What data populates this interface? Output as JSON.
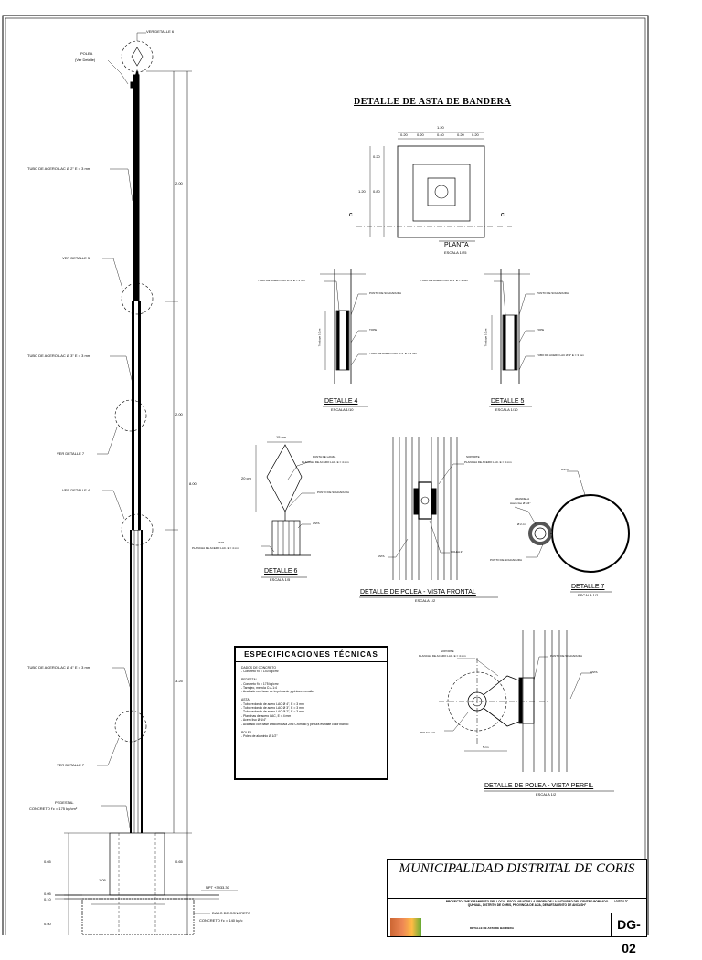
{
  "sheet": {
    "title": "DETALLE DE ASTA DE BANDERA",
    "code": "DG-02",
    "municipality": "MUNICIPALIDAD DISTRITAL DE CORIS",
    "project": "PROYECTO: \"MEJORAMIENTO DEL LOCAL ESCOLAR N° DE LA VIRGEN DE LA NATIVIDAD DEL CENTRO POBLADO QUIHUAL, DISTRITO DE CORIS, PROVINCIA DE AIJA, DEPARTAMENTO DE ANCASH\"",
    "plano_label": "DETALLE DE ASTA DE BANDERA",
    "lamina_label": "LAMINA N°"
  },
  "elevation": {
    "ver_detalle_6": "VER DETALLE 6",
    "polea": "POLEA",
    "polea_sub": "(Ver Detalle)",
    "tubo_2": "TUBO DE ACERO LAC Ø 2\" E = 3 mm",
    "ver_detalle_5": "VER DETALLE 5",
    "tubo_3": "TUBO DE ACERO LAC Ø 3\" E = 3 mm",
    "ver_detalle_7": "VER DETALLE 7",
    "ver_detalle_4": "VER DETALLE 4",
    "tubo_4": "TUBO DE ACERO LAC Ø 4\" E = 3 mm",
    "ver_detalle_7b": "VER DETALLE 7",
    "pedestal": "PEDESTAL",
    "pedestal_conc": "CONCRETO f'c = 175 kg/cm²",
    "dim_200a": "2.00",
    "dim_200b": "2.00",
    "dim_325": "3.25",
    "dim_800": "8.00",
    "dim_065": "0.65",
    "dim_065b": "0.65",
    "dim_105": "1.05",
    "dim_005": "0.05",
    "dim_010": "0.10",
    "dim_050": "0.50",
    "npt": "NPT +3933.30",
    "dado": "DADO DE CONCRETO",
    "dado_conc": "CONCRETO f'c = 140 kg/c"
  },
  "planta": {
    "caption": "PLANTA",
    "scale": "ESCALA 1/25",
    "c_left": "C",
    "c_right": "C",
    "dim_top": "1.20",
    "dim_parts": [
      "0.20",
      "0.20",
      "0.40",
      "0.20",
      "0.20"
    ],
    "dim_side": "1.20",
    "dim_side2": "0.80",
    "dim_side3": "0.20"
  },
  "detalle4": {
    "caption": "DETALLE 4",
    "scale": "ESCALA 1/10",
    "tubo_a": "TUBO DE ACERO LAC Ø 4\" E = 3 mm",
    "punto": "PUNTO DE SOLDADURA",
    "tope": "TOPE",
    "tubo_b": "TUBO DE ACERO LAC Ø 4\" E = 3 mm",
    "traslape": "Traslape 10cm"
  },
  "detalle5": {
    "caption": "DETALLE 5",
    "scale": "ESCALA 1/10",
    "tubo_a": "TUBO DE ACERO LAC Ø 3\" E = 3 mm",
    "punto": "PUNTO DE SOLDADURA",
    "tope": "TOPE",
    "tubo_b": "TUBO DE ACERO LAC Ø 3\" E = 3 mm",
    "traslape": "Traslape 10cm"
  },
  "detalle6": {
    "caption": "DETALLE 6",
    "scale": "ESCALA 1/5",
    "dim_w": "15 cm",
    "dim_h": "20 cm",
    "punta": "PUNTA DE LANZA",
    "plancha": "PLANCHA DE ACERO LAC. E = 4 mm",
    "punto": "PUNTO DE SOLDADURA",
    "asta": "ASTA",
    "tapa": "TAPA",
    "plancha2": "PLANCHA DE ACERO LAC. E = 4 mm"
  },
  "polea_frontal": {
    "caption": "DETALLE DE POLEA - VISTA FRONTAL",
    "scale": "ESCALA 1/2",
    "soporte": "SOPORTE",
    "plancha": "PLANCHA DE ACERO LAC. E = 4 mm",
    "asta": "ASTA",
    "polea": "POLEA 2\""
  },
  "detalle7": {
    "caption": "DETALLE 7",
    "scale": "ESCALA 1/2",
    "asta": "ASTA",
    "arandela": "ARANDELA",
    "arandela2": "Acero liso Ø 1/4\"",
    "dim": "Ø 2 cm",
    "punto": "PUNTO DE SOLDADURA"
  },
  "polea_perfil": {
    "caption": "DETALLE DE POLEA - VISTA PERFIL",
    "scale": "ESCALA 1/2",
    "soporte": "SOPORTE",
    "plancha": "PLANCHA DE ACERO LAC. E = 4 mm",
    "punto": "PUNTO DE SOLDADURA",
    "asta": "ASTA",
    "polea": "POLEA 1/2\"",
    "dim": "5 cm"
  },
  "specs": {
    "heading": "ESPECIFICACIONES TÉCNICAS",
    "lines": [
      "DADOS DE CONCRETO",
      "- Concreto f'c = 140 kg/cm²",
      "",
      "PEDESTAL",
      "- Concreto f'c = 175 kg/cm²",
      "- Tarrajeo, mezcla C:A 1:4",
      "- Acabado con base de imprimante y pintura esmalte",
      "",
      "ASTA",
      "- Tubo redondo de acero LAC Ø 4\", E = 3 mm",
      "- Tubo redondo de acero LAC Ø 3\", E = 3 mm",
      "- Tubo redondo de acero LAC Ø 2\", E = 3 mm",
      "- Planchas de acero LAC, E = 4 mm",
      "- Acero liso Ø 1/4\"",
      "- Acabado con base anticorrosiva Zinc Cromato y pintura esmalte color blanco",
      "",
      "POLEA",
      "- Polea de aluminio Ø 1/2\""
    ]
  }
}
